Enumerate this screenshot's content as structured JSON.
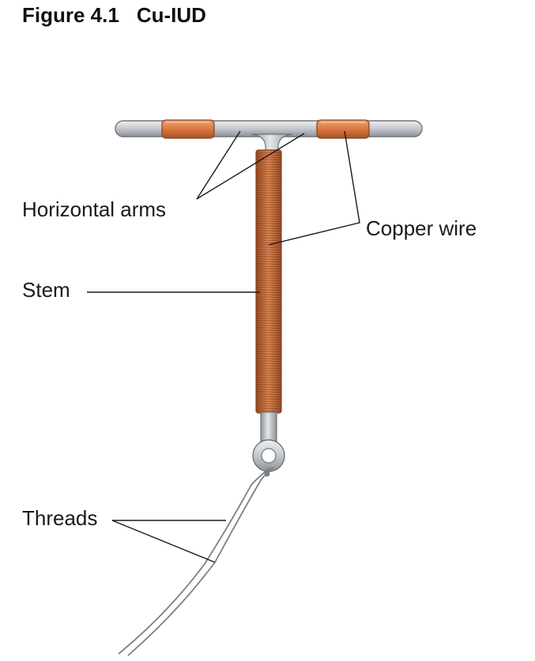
{
  "figure": {
    "number": "Figure 4.1",
    "title": "Cu-IUD"
  },
  "labels": {
    "horizontal_arms": "Horizontal arms",
    "copper_wire": "Copper wire",
    "stem": "Stem",
    "threads": "Threads"
  },
  "colors": {
    "metal": "#c9cdd1",
    "metal_outline": "#6f7478",
    "copper": "#d9773f",
    "copper_dark": "#9a4a22",
    "thread": "#7a7f84"
  }
}
